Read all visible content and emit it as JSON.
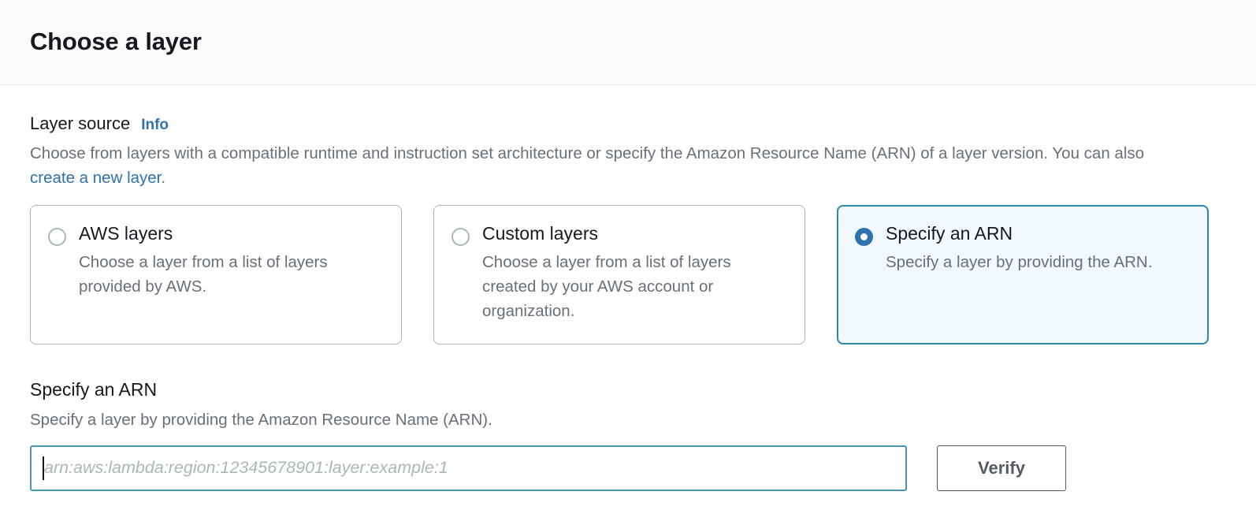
{
  "header": {
    "title": "Choose a layer"
  },
  "layer_source": {
    "label": "Layer source",
    "info_label": "Info",
    "description_before_link": "Choose from layers with a compatible runtime and instruction set architecture or specify the Amazon Resource Name (ARN) of a layer version. You can also ",
    "description_link": "create a new layer",
    "description_after_link": ".",
    "options": [
      {
        "title": "AWS layers",
        "description": "Choose a layer from a list of layers provided by AWS.",
        "selected": false
      },
      {
        "title": "Custom layers",
        "description": "Choose a layer from a list of layers created by your AWS account or organization.",
        "selected": false
      },
      {
        "title": "Specify an ARN",
        "description": "Specify a layer by providing the ARN.",
        "selected": true
      }
    ]
  },
  "arn_section": {
    "heading": "Specify an ARN",
    "subtext": "Specify a layer by providing the Amazon Resource Name (ARN).",
    "input_value": "",
    "input_placeholder": "arn:aws:lambda:region:12345678901:layer:example:1",
    "verify_label": "Verify"
  },
  "colors": {
    "accent_blue": "#2f72ad",
    "selected_card_bg": "#f1f8fe",
    "selected_card_border": "#2f87b8",
    "input_focus_border": "#4a93bd",
    "text_primary": "#16191f",
    "text_secondary": "#687078",
    "header_bg": "#fafafa"
  }
}
